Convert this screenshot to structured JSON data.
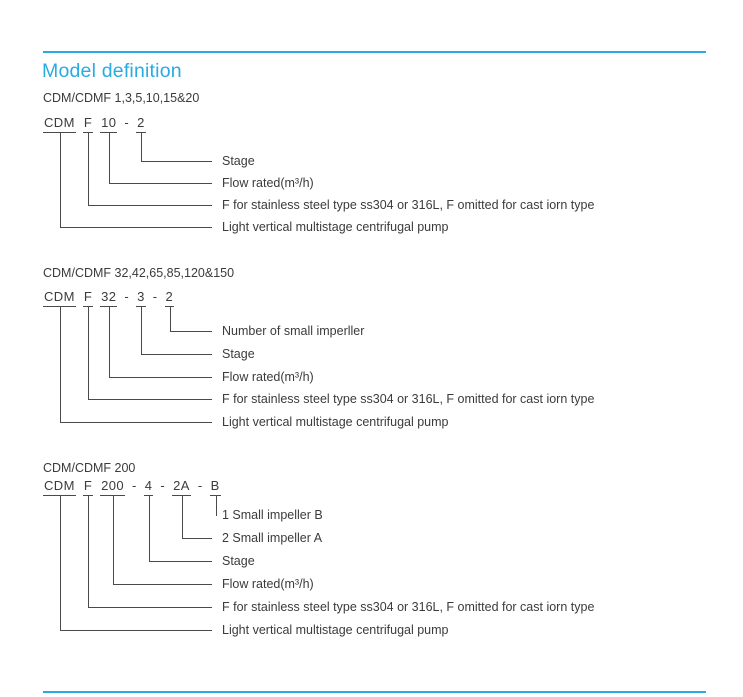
{
  "page": {
    "title": "Model definition",
    "accent_color": "#29abe2"
  },
  "sections": [
    {
      "heading": "CDM/CDMF 1,3,5,10,15&20",
      "model_code": [
        "CDM",
        "F",
        "10",
        "-",
        "2"
      ],
      "labels": [
        "Stage",
        "Flow rated(m³/h)",
        "F for stainless steel type ss304 or 316L, F omitted for cast iorn type",
        "Light vertical multistage centrifugal pump"
      ]
    },
    {
      "heading": "CDM/CDMF 32,42,65,85,120&150",
      "model_code": [
        "CDM",
        "F",
        "32",
        "-",
        "3",
        "-",
        "2"
      ],
      "labels": [
        "Number of small imperller",
        "Stage",
        "Flow rated(m³/h)",
        "F for stainless steel type ss304 or 316L, F omitted for cast iorn type",
        "Light vertical multistage centrifugal pump"
      ]
    },
    {
      "heading": "CDM/CDMF 200",
      "model_code": [
        "CDM",
        "F",
        "200",
        "-",
        "4",
        "-",
        "2A",
        "-",
        "B"
      ],
      "labels": [
        "1 Small impeller B",
        "2 Small impeller A",
        "Stage",
        "Flow rated(m³/h)",
        "F for stainless steel type ss304 or 316L, F omitted for cast iorn type",
        "Light vertical multistage centrifugal pump"
      ]
    }
  ]
}
